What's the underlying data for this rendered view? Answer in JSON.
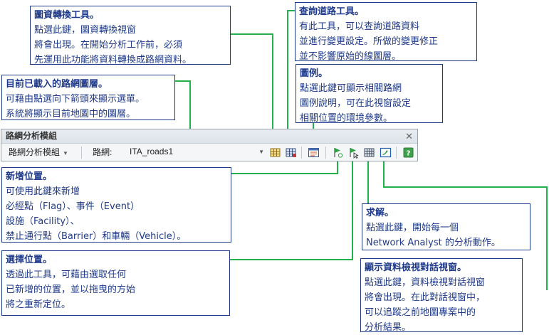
{
  "toolbar": {
    "title": "路網分析模組",
    "close_glyph": "✕",
    "menu_label": "路網分析模組",
    "network_label": "路網:",
    "network_value": "ITA_roads1",
    "icons": [
      "network-dataset-icon",
      "network-identify-icon",
      "directions-window-icon",
      "create-location-icon",
      "select-location-icon",
      "solve-icon",
      "show-window-icon",
      "build-icon"
    ]
  },
  "callouts": {
    "convert": {
      "title": "圖資轉換工具。",
      "lines": [
        "點選此鍵，圖資轉換視窗",
        "將會出現。在開始分析工作前，必須",
        "先運用此功能將資料轉換成路網資料。"
      ]
    },
    "query": {
      "title": "查詢道路工具。",
      "lines": [
        "有此工具，可以查詢道路資料",
        "並進行變更設定。所做的變更修正",
        "並不影響原始的線圖層。"
      ]
    },
    "loaded": {
      "title": "目前已載入的路網圖層。",
      "lines": [
        "可藉由點選向下箭頭來顯示選單。",
        "系統將顯示目前地圖中的圖層。"
      ]
    },
    "legend": {
      "title": "圖例。",
      "lines": [
        "點選此鍵可顯示相關路網",
        "圖例說明，可在此視窗設定",
        "相關位置的環境參數。"
      ]
    },
    "add": {
      "title": "新增位置。",
      "lines": [
        "可使用此鍵來新增",
        "必經點（Flag）、事件（Event）",
        "設施（Facility）、",
        "禁止通行點（Barrier）和車輛（Vehicle）。"
      ]
    },
    "solve": {
      "title": "求解。",
      "lines": [
        "點選此鍵，開始每一個",
        "Network Analyst 的分析動作。"
      ]
    },
    "select": {
      "title": "選擇位置。",
      "lines": [
        "透過此工具，可藉由選取任何",
        "已新增的位置，並以拖曳的方始",
        "將之重新定位。"
      ]
    },
    "show": {
      "title": "顯示資料檢視對話視窗。",
      "lines": [
        "點選此鍵，資料檢視對話視窗",
        "將會出現。在此對話視窗中，",
        "可以追蹤之前地圖專案中的",
        "分析結果。"
      ]
    }
  },
  "colors": {
    "leader": "#22b14c",
    "callout_text": "#1f3a8a",
    "callout_border": "#1f3a8a"
  }
}
